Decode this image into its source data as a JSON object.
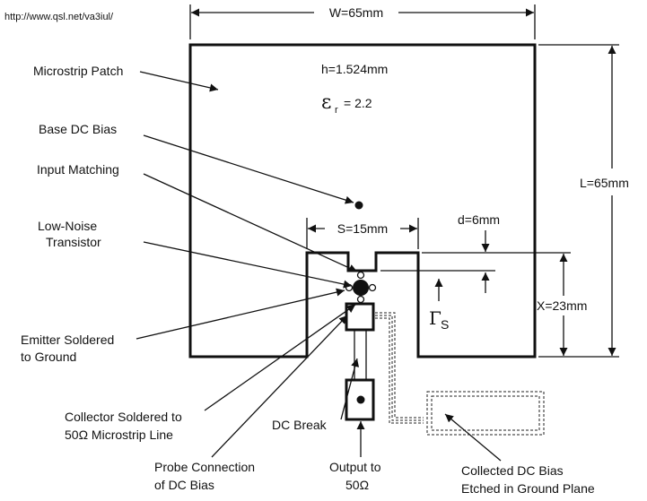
{
  "diagram": {
    "source_url": "http://www.qsl.net/va3iul/",
    "dimensions": {
      "width": "W=65mm",
      "length": "L=65mm",
      "height": "h=1.524mm",
      "epsilon_symbol": "ε",
      "epsilon_sub": "r",
      "epsilon_value": "= 2.2",
      "slot_spacing": "S=15mm",
      "slot_depth_d": "d=6mm",
      "slot_depth_x": "X=23mm",
      "gamma_symbol": "Γ",
      "gamma_sub": "S"
    },
    "labels": {
      "microstrip_patch": "Microstrip Patch",
      "base_dc_bias": "Base DC Bias",
      "input_matching": "Input Matching",
      "low_noise_1": "Low-Noise",
      "low_noise_2": "Transistor",
      "emitter_1": "Emitter Soldered",
      "emitter_2": "to Ground",
      "collector_1": "Collector Soldered to",
      "collector_2": "50Ω Microstrip Line",
      "dc_break": "DC Break",
      "probe_1": "Probe Connection",
      "probe_2": "of DC Bias",
      "output_1": "Output to",
      "output_2": "50Ω",
      "collected_1": "Collected DC Bias",
      "collected_2": "Etched in Ground Plane"
    }
  }
}
